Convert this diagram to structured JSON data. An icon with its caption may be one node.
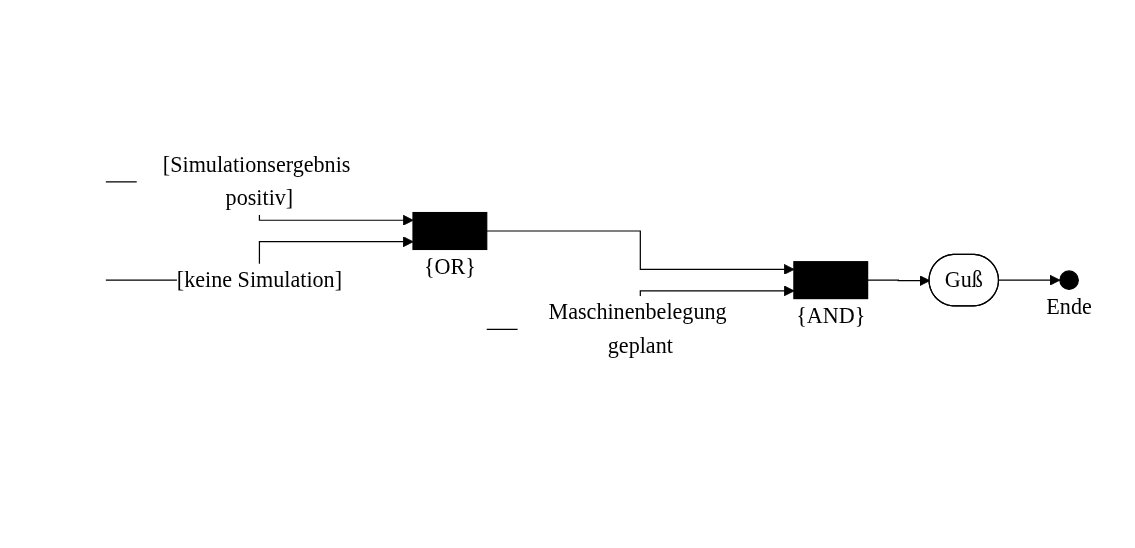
{
  "diagram": {
    "nodes": [
      {
        "text": [],
        "shape": "bar",
        "beside": [
          "{OR}"
        ]
      },
      {
        "text": [],
        "shape": "bar",
        "beside": [
          "{AND}"
        ]
      },
      {
        "text": [
          "Guß"
        ]
      },
      {
        "text": [],
        "shape": "circle",
        "beside": [
          "Ende"
        ]
      }
    ],
    "edges": [
      {
        "from": null,
        "to": 0,
        "arrow": "to",
        "label": "[Simulationsergebnis positiv]"
      },
      {
        "from": null,
        "to": 0,
        "arrow": "to",
        "label": "[keine Simulation]"
      },
      {
        "from": 0,
        "to": 1,
        "arrow": "to"
      },
      {
        "from": null,
        "to": 1,
        "arrow": "to",
        "label": "Maschinenbelegung geplant"
      },
      {
        "from": 1,
        "to": 2,
        "arrow": "to"
      },
      {
        "from": 2,
        "to": 3,
        "arrow": "to"
      }
    ]
  }
}
